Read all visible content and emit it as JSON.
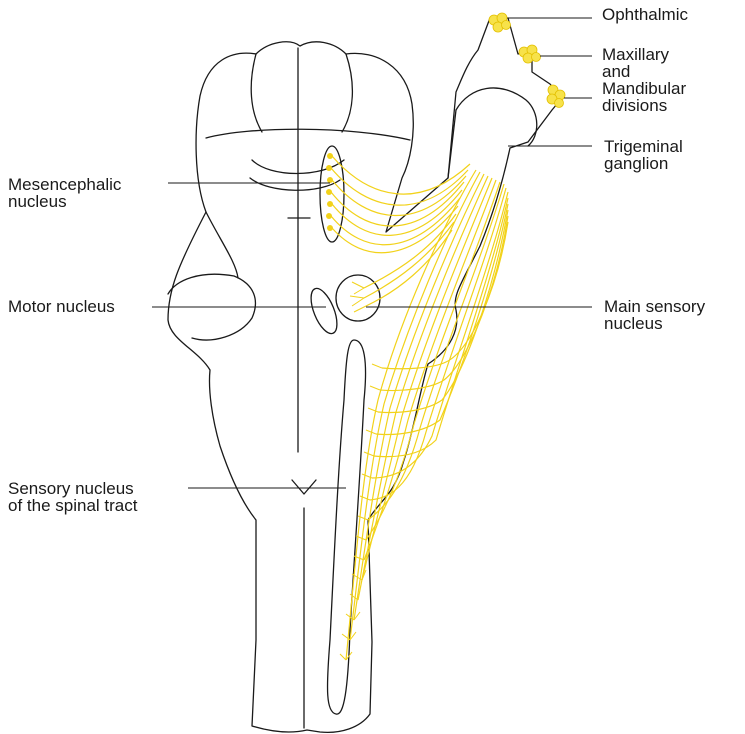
{
  "labels": {
    "ophthalmic": "Ophthalmic",
    "maxillary_mandibular": "Maxillary\nand\nMandibular\ndivisions",
    "trigeminal_ganglion": "Trigeminal\nganglion",
    "mesencephalic_nucleus": "Mesencephalic\nnucleus",
    "motor_nucleus": "Motor nucleus",
    "main_sensory_nucleus": "Main sensory\nnucleus",
    "spinal_tract_nucleus": "Sensory nucleus\nof the spinal tract"
  },
  "colors": {
    "fiber": "#f2d21a",
    "outline": "#1a1a1a",
    "background": "#ffffff"
  }
}
